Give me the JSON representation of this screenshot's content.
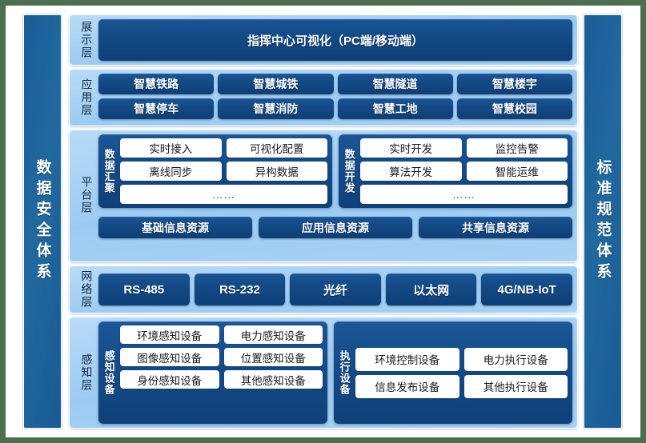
{
  "colors": {
    "page_background": "#4e6f4f",
    "canvas": "#ffffff",
    "pillar": "#1b5d97",
    "layer_background": "#9ccbf2",
    "chip_navy": "#134a86",
    "chip_white": "#ffffff"
  },
  "pillars": {
    "left": {
      "label": "数据安全体系"
    },
    "right": {
      "label": "标准规范体系"
    }
  },
  "layers": [
    {
      "id": "display",
      "label": "展示层",
      "items": [
        "指挥中心可视化（PC端/移动端）"
      ]
    },
    {
      "id": "application",
      "label": "应用层",
      "items": [
        "智慧铁路",
        "智慧城铁",
        "智慧隧道",
        "智慧楼宇",
        "智慧停车",
        "智慧消防",
        "智慧工地",
        "智慧校园"
      ]
    },
    {
      "id": "platform",
      "label": "平台层",
      "groups": [
        {
          "label": "数据汇聚",
          "items": [
            "实时接入",
            "可视化配置",
            "离线同步",
            "异构数据"
          ],
          "more": "……"
        },
        {
          "label": "数据开发",
          "items": [
            "实时开发",
            "监控告警",
            "算法开发",
            "智能运维"
          ],
          "more": "……"
        }
      ],
      "resources": [
        "基础信息资源",
        "应用信息资源",
        "共享信息资源"
      ]
    },
    {
      "id": "network",
      "label": "网络层",
      "items": [
        "RS-485",
        "RS-232",
        "光纤",
        "以太网",
        "4G/NB-IoT"
      ]
    },
    {
      "id": "sense",
      "label": "感知层",
      "groups": [
        {
          "label": "感知设备",
          "items": [
            "环境感知设备",
            "电力感知设备",
            "图像感知设备",
            "位置感知设备",
            "身份感知设备",
            "其他感知设备"
          ]
        },
        {
          "label": "执行设备",
          "items": [
            "环境控制设备",
            "电力执行设备",
            "信息发布设备",
            "其他执行设备"
          ]
        }
      ]
    }
  ]
}
